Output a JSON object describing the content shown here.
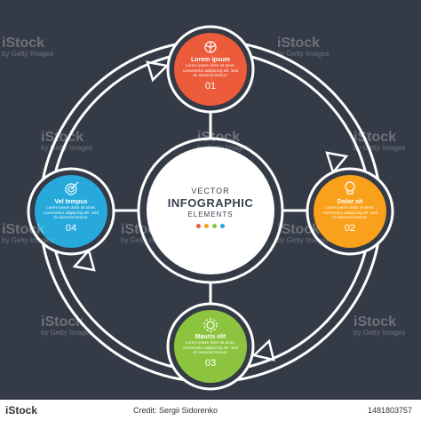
{
  "center": {
    "line1": "VECTOR",
    "line2": "INFOGRAPHIC",
    "line3": "ELEMENTS",
    "dot_colors": [
      "#ec5b3a",
      "#f9a11b",
      "#8cc43f",
      "#27a9dc"
    ]
  },
  "nodes": [
    {
      "title": "Lorem ipsum",
      "body": "Lorem ipsum dolor sit amet, consectetur adipiscing elit. Sed do eiusmod tempor.",
      "number": "01",
      "color": "#ec5b3a",
      "icon": "brain-icon"
    },
    {
      "title": "Dolor sit",
      "body": "Lorem ipsum dolor sit amet, consectetur adipiscing elit. Sed do eiusmod tempor.",
      "number": "02",
      "color": "#f9a11b",
      "icon": "lightbulb-icon"
    },
    {
      "title": "Mauris elit",
      "body": "Lorem ipsum dolor sit amet, consectetur adipiscing elit. Sed do eiusmod tempor.",
      "number": "03",
      "color": "#8cc43f",
      "icon": "gear-icon"
    },
    {
      "title": "Vel tempus",
      "body": "Lorem ipsum dolor sit amet, consectetur adipiscing elit. Sed do eiusmod tempor.",
      "number": "04",
      "color": "#27a9dc",
      "icon": "target-icon"
    }
  ],
  "watermark": {
    "brand": "iStock",
    "credit": "by Getty Images"
  },
  "footer": {
    "left": "iStock",
    "right": "Credit: Sergii Sidorenko",
    "id": "1481803757"
  }
}
